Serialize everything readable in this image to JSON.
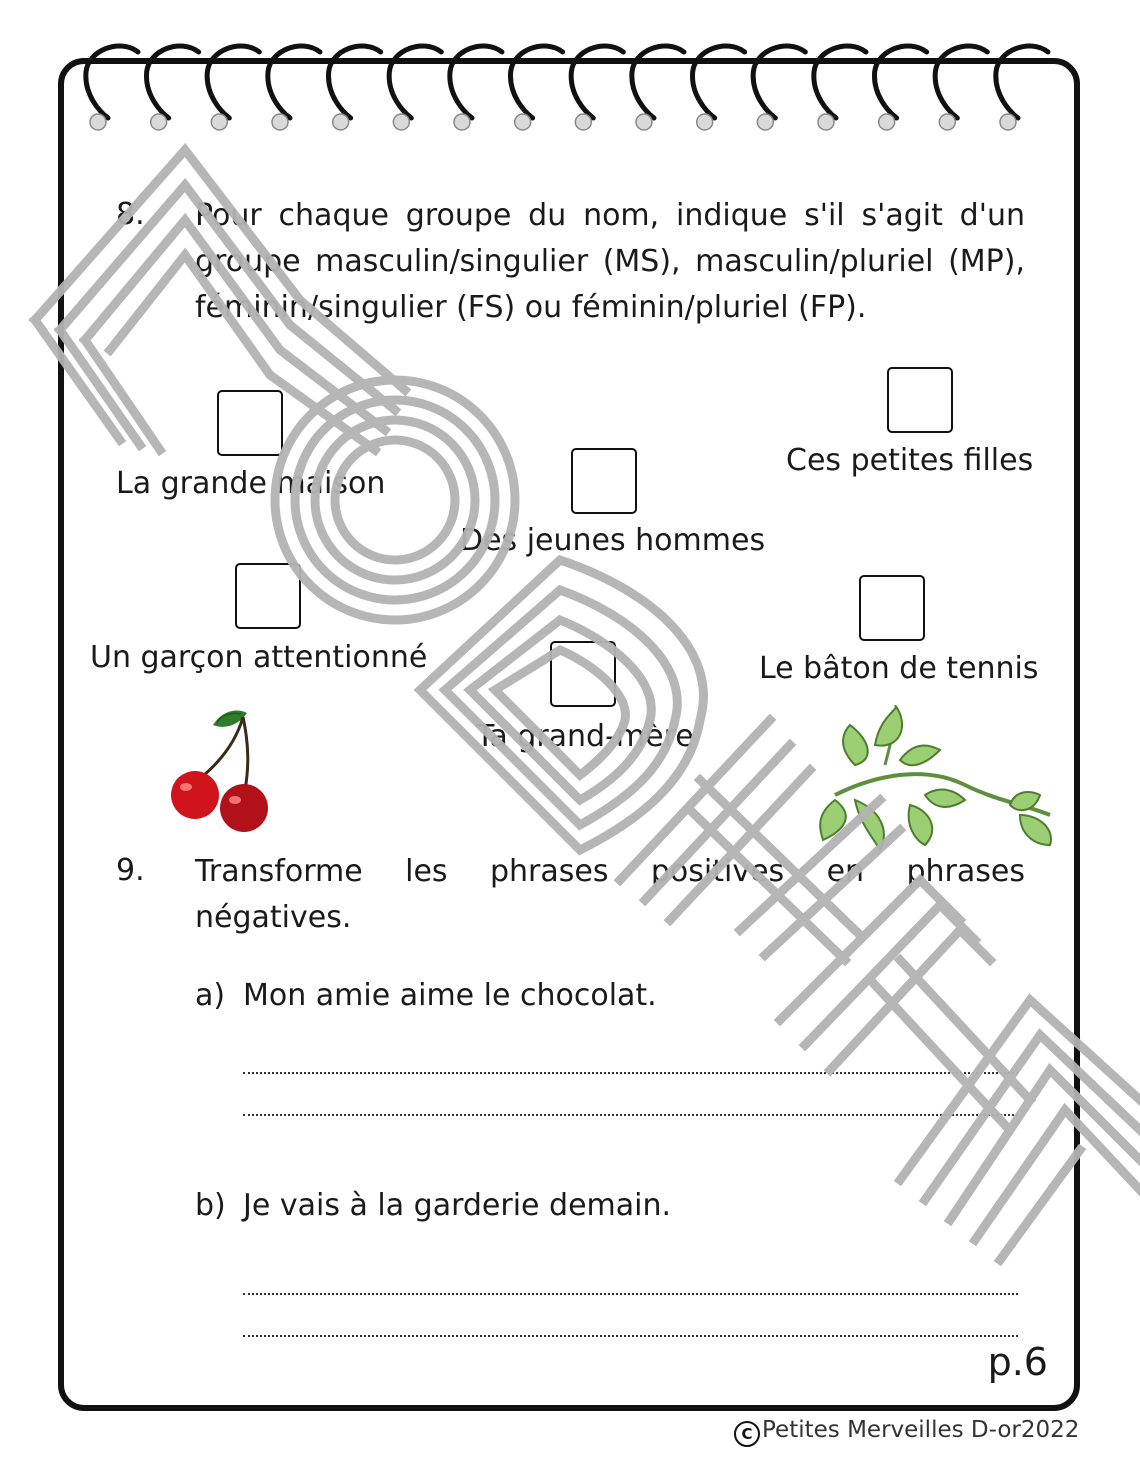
{
  "exercise8": {
    "number": "8.",
    "instruction": "Pour chaque groupe du nom, indique s'il s'agit d'un groupe masculin/singulier (MS), masculin/pluriel (MP), féminin/singulier (FS) ou féminin/pluriel (FP).",
    "items": [
      "La grande maison",
      "Des jeunes hommes",
      "Ces petites filles",
      "Un garçon attentionné",
      "Ta grand-mère",
      "Le bâton de tennis"
    ]
  },
  "exercise9": {
    "number": "9.",
    "instruction": "Transforme les phrases positives en phrases négatives.",
    "items": [
      {
        "letter": "a)",
        "sentence": "Mon amie aime le chocolat."
      },
      {
        "letter": "b)",
        "sentence": "Je vais à la garderie demain."
      }
    ]
  },
  "page_number": "p.6",
  "copyright": "Petites Merveilles D-or2022",
  "watermark": "MODÈLE",
  "colors": {
    "border": "#111111",
    "watermark": "#b5b5b5",
    "cherry": "#d0141c",
    "leaf": "#8cc068"
  }
}
